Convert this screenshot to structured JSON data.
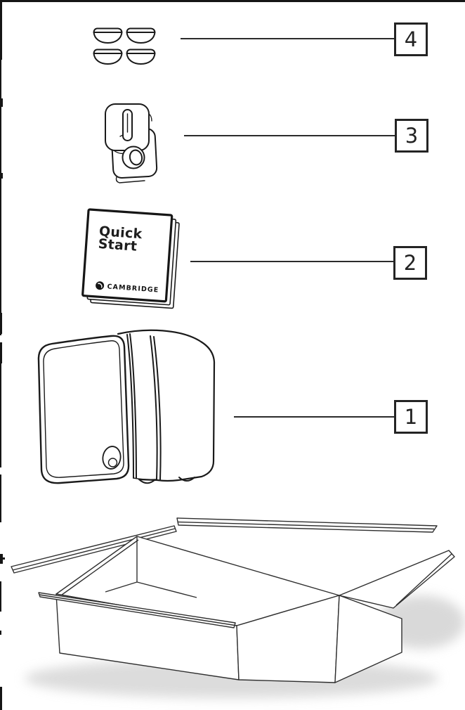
{
  "figure": {
    "type": "packaging-contents-diagram",
    "items": [
      "rubber-feet",
      "wall-bracket",
      "quick-start-guide",
      "speaker",
      "shipping-box"
    ]
  },
  "callouts": [
    {
      "number": "4",
      "target": "rubber-feet"
    },
    {
      "number": "3",
      "target": "wall-bracket"
    },
    {
      "number": "2",
      "target": "quick-start-guide"
    },
    {
      "number": "1",
      "target": "speaker"
    }
  ],
  "booklet": {
    "title_line1": "Quick",
    "title_line2": "Start",
    "brand": "CAMBRIDGE"
  },
  "colors": {
    "background": "#ffffff",
    "line_art": "#1a1a1a",
    "leader_line": "#2b2b2b",
    "frame_border": "#151515",
    "shadow": "#d6d6d6",
    "booklet_text": "#1d1d1d"
  }
}
